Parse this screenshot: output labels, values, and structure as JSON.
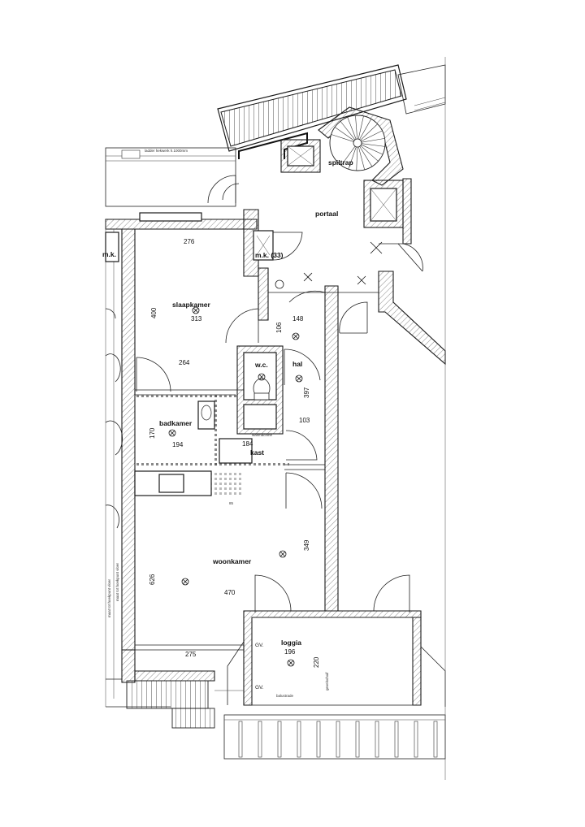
{
  "rooms": {
    "spiltrap": "spiltrap",
    "portaal": "portaal",
    "slaapkamer": "slaapkamer",
    "wc": "w.c.",
    "hal": "hal",
    "badkamer": "badkamer",
    "kast": "kast",
    "woonkamer": "woonkamer",
    "loggia": "loggia"
  },
  "labels": {
    "mk_left": "m.k.",
    "mk_right": "m.k. (33)",
    "gv_top": "GV.",
    "gv_bottom": "GV.",
    "top_note": "ladder hekwerk h.1000mm",
    "side_note_1": "maat tot hoekpunt vloer",
    "side_note_2": "maat tot hoekpunt vloer",
    "balustrade": "balustrade",
    "gevelschuif": "gevelschuif",
    "wm_label": "wasmachine",
    "bk_code": "85"
  },
  "dimensions": {
    "slaapkamer_width": "276",
    "slaapkamer_depth": "400",
    "slaapkamer_inner": "313",
    "slaapkamer_bottom": "264",
    "hal_148": "148",
    "hal_106": "106",
    "hal_397": "397",
    "hal_103": "103",
    "bad_170": "170",
    "bad_194": "194",
    "kast_184": "184",
    "woon_349": "349",
    "woon_626": "626",
    "woon_470": "470",
    "woon_275": "275",
    "loggia_196": "196",
    "loggia_220": "220"
  }
}
